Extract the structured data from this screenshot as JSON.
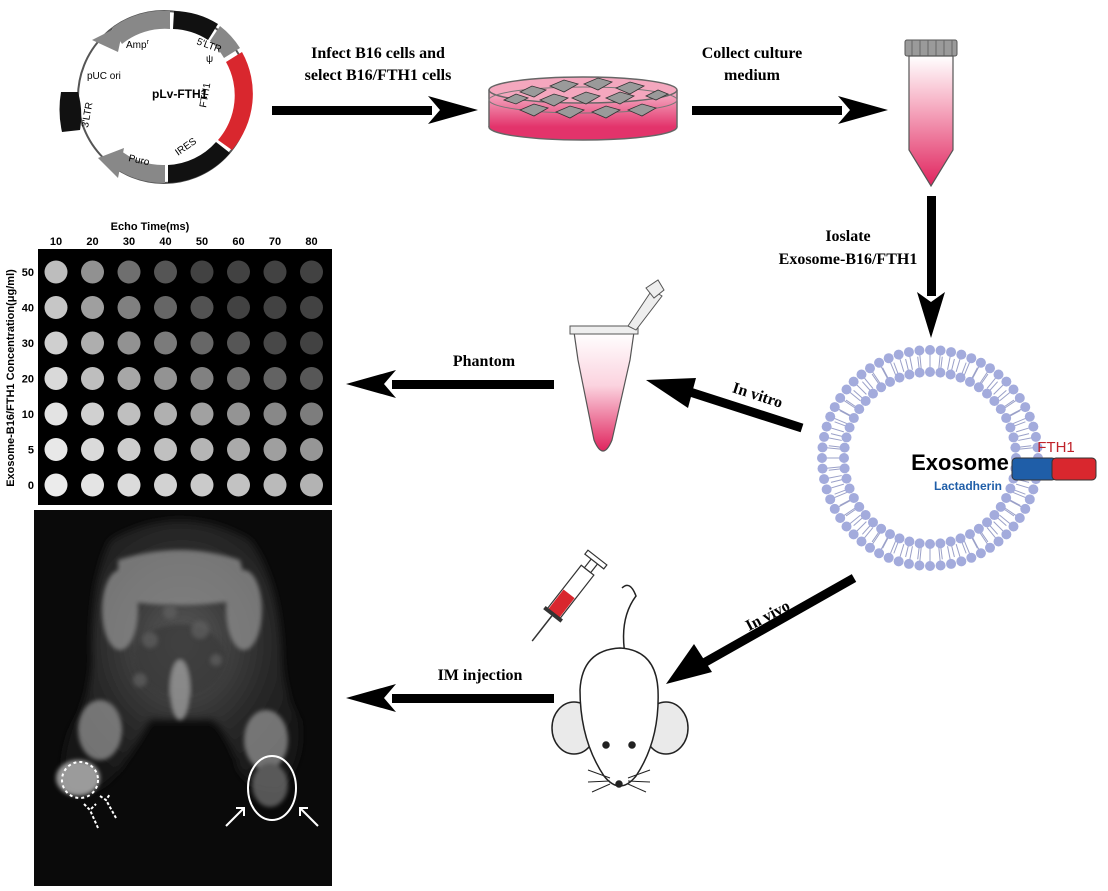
{
  "plasmid": {
    "name": "pLv-FTH1",
    "segments": {
      "amp": "Amp",
      "amp_sup": "r",
      "ltr5": "5'LTR",
      "psi": "ψ",
      "fth1": "FTH1",
      "ires": "IRES",
      "puro": "Puro",
      "ltr3": "3'LTR",
      "puc": "pUC ori"
    }
  },
  "steps": {
    "infect_line1": "Infect B16 cells and",
    "infect_line2": "select B16/FTH1 cells",
    "collect_line1": "Collect culture",
    "collect_line2": "medium",
    "isolate_line1": "Ioslate",
    "isolate_line2": "Exosome-B16/FTH1",
    "in_vitro": "In vitro",
    "phantom": "Phantom",
    "in_vivo": "In vivo",
    "im_injection": "IM injection"
  },
  "exosome": {
    "label": "Exosome",
    "protein_label": "FTH1",
    "anchor_label": "Lactadherin"
  },
  "phantom_grid": {
    "x_title": "Echo Time(ms)",
    "y_title": "Exosome-B16/FTH1 Concentration(μg/ml)",
    "echo_times": [
      "10",
      "20",
      "30",
      "40",
      "50",
      "60",
      "70",
      "80"
    ],
    "concentrations": [
      "50",
      "40",
      "30",
      "20",
      "10",
      "5",
      "0"
    ]
  },
  "colors": {
    "fth1_red": "#d9272e",
    "lactadherin_blue": "#1f5ea8",
    "lipid_head": "#a3abdc",
    "medium_pink": "#e8326a",
    "arrow": "#000000"
  }
}
